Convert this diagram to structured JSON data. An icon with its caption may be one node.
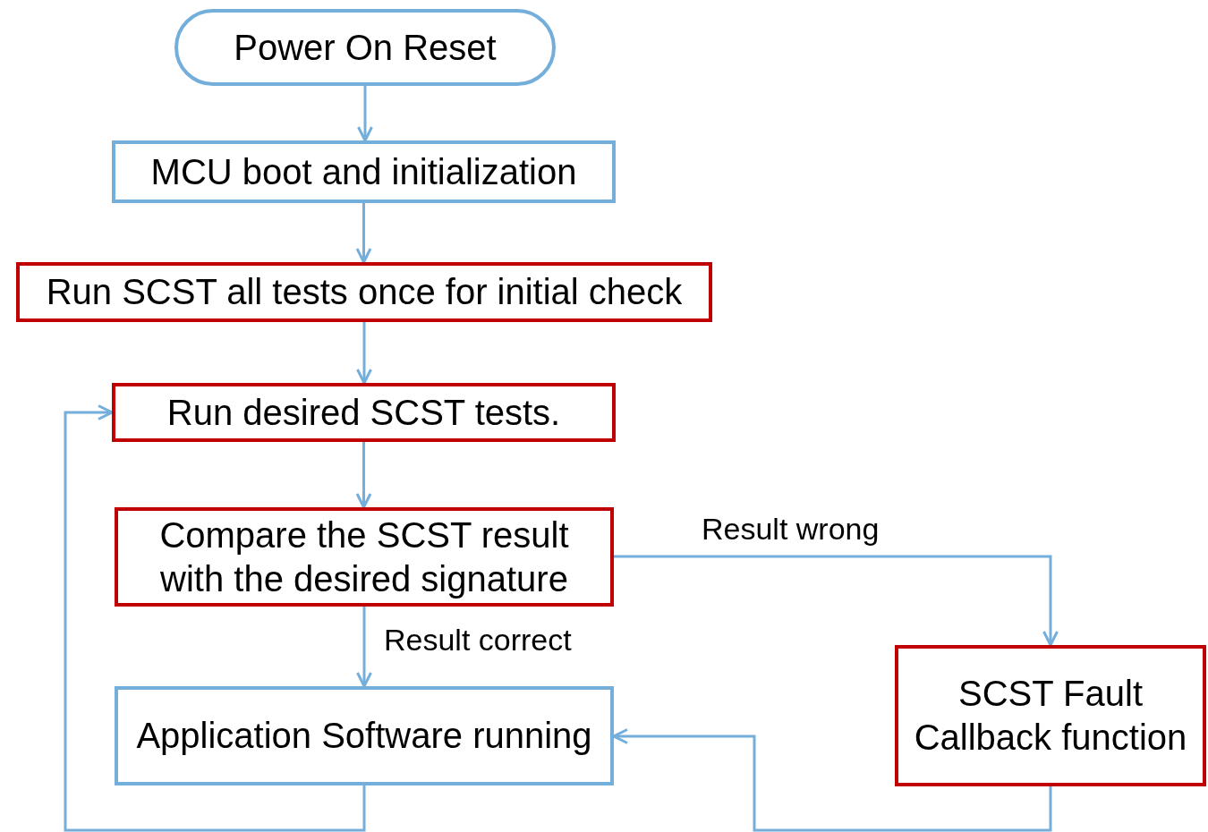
{
  "diagram": {
    "nodes": [
      {
        "text": [
          "Power On Reset"
        ]
      },
      {
        "text": [
          "MCU boot and initialization"
        ]
      },
      {
        "text": [
          "Run SCST all tests once for initial check"
        ]
      },
      {
        "text": [
          "Run desired SCST tests."
        ]
      },
      {
        "text": [
          "Compare the SCST result with the desired signature"
        ]
      },
      {
        "text": [
          "Application Software running"
        ]
      },
      {
        "text": [
          "SCST Fault Callback function"
        ]
      }
    ],
    "edges": [
      {
        "from": 0,
        "to": 1,
        "arrow": "to"
      },
      {
        "from": 1,
        "to": 2,
        "arrow": "to"
      },
      {
        "from": 2,
        "to": 3,
        "arrow": "to"
      },
      {
        "from": 3,
        "to": 4,
        "arrow": "to"
      },
      {
        "from": 4,
        "to": 5,
        "arrow": "to",
        "label": "Result correct"
      },
      {
        "from": 4,
        "to": 6,
        "arrow": "to",
        "label": "Result wrong"
      },
      {
        "from": 6,
        "to": 5,
        "arrow": "to"
      },
      {
        "from": 5,
        "to": 3,
        "arrow": "to"
      }
    ]
  }
}
